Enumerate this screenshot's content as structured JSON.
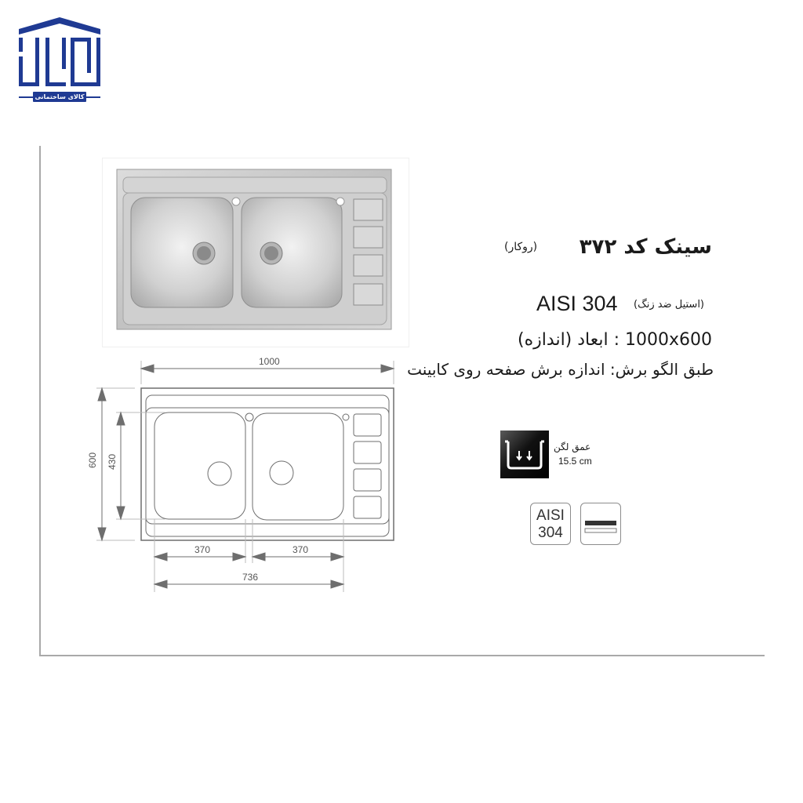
{
  "brand": {
    "logo_text": "کالای ساختمانی",
    "color": "#1f3a93"
  },
  "product": {
    "title": "سینک کد ۳۷۲",
    "title_note": "(روکار)",
    "material": "AISI 304",
    "material_note": "(استیل ضد زنگ)",
    "dimensions_line": "1000x600 : ابعاد (اندازه)",
    "cut_pattern_line": "طبق الگو برش: اندازه برش صفحه روی کابینت"
  },
  "features": {
    "depth_icon": "bowl-depth-icon",
    "depth_label": "عمق لگن",
    "depth_value": "15.5 cm",
    "material_badge_line1": "AISI",
    "material_badge_line2": "304",
    "thickness_icon": "sheet-thickness-icon"
  },
  "drawing": {
    "overall_width": "1000",
    "overall_depth": "600",
    "bowl_depth": "430",
    "bowl_width_left": "370",
    "bowl_width_right": "370",
    "bowls_total_width": "736",
    "line_color": "#6e6e6e"
  }
}
